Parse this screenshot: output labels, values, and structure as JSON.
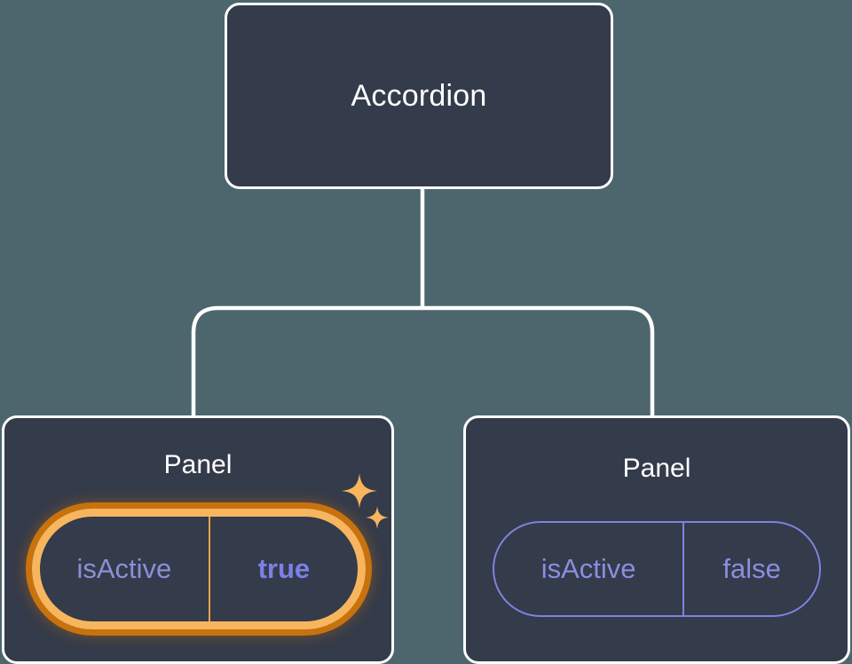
{
  "diagram": {
    "type": "component-tree",
    "background_color": "#4d666e",
    "connector_color": "#ffffff",
    "node_fill_color": "#343b4a",
    "node_border_color": "#ffffff",
    "root": {
      "label": "Accordion"
    },
    "children": [
      {
        "label": "Panel",
        "highlighted": true,
        "prop": {
          "key": "isActive",
          "value": "true",
          "value_bold": true,
          "key_color": "#8b8fd9",
          "value_color": "#7b80e8",
          "border_color": "#f7b65e",
          "glow_color": "#c8720e",
          "divider_color": "#e8a24e"
        },
        "decorations": [
          "sparkle-large",
          "sparkle-small"
        ]
      },
      {
        "label": "Panel",
        "highlighted": false,
        "prop": {
          "key": "isActive",
          "value": "false",
          "value_bold": false,
          "key_color": "#8a8ee0",
          "value_color": "#8a8ee0",
          "border_color": "#7f82de",
          "divider_color": "#7f82de"
        },
        "decorations": []
      }
    ],
    "sparkle_color": "#f8b55d"
  }
}
